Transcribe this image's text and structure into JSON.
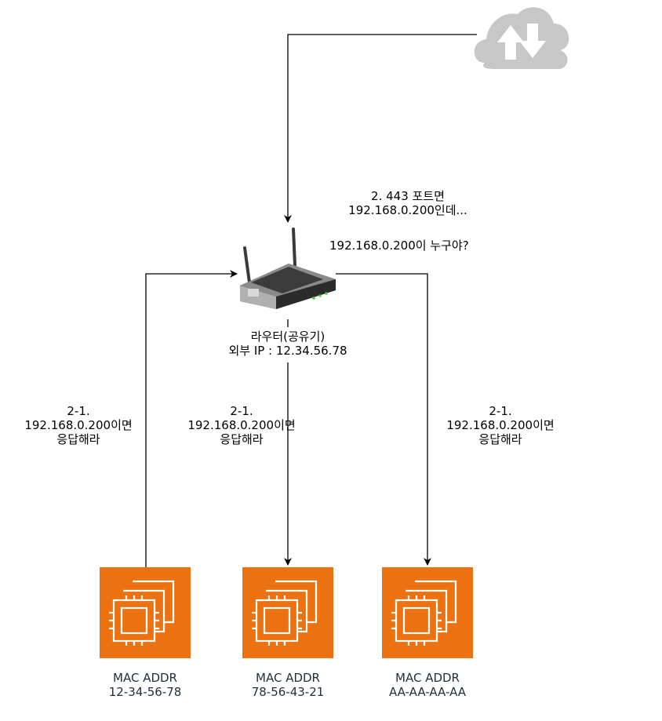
{
  "router": {
    "name": "라우터(공유기)",
    "external_ip": "외부 IP : 12.34.56.78"
  },
  "question": {
    "line1": "2. 443 포트면",
    "line2": "192.168.0.200인데...",
    "line3": "192.168.0.200이 누구야?"
  },
  "broadcasts": [
    {
      "line1": "2-1.",
      "line2": "192.168.0.200이면",
      "line3": "응답해라"
    },
    {
      "line1": "2-1.",
      "line2": "192.168.0.200이면",
      "line3": "응답해라"
    },
    {
      "line1": "2-1.",
      "line2": "192.168.0.200이면",
      "line3": "응답해라"
    }
  ],
  "instances": [
    {
      "title": "MAC ADDR",
      "mac": "12-34-56-78"
    },
    {
      "title": "MAC ADDR",
      "mac": "78-56-43-21"
    },
    {
      "title": "MAC ADDR",
      "mac": "AA-AA-AA-AA"
    }
  ],
  "colors": {
    "instance_orange": "#ec7211",
    "cloud_gray": "#c7c7c7",
    "line": "#000000"
  },
  "icons": {
    "internet": "cloud-upload-download-icon",
    "router": "wireless-router-icon",
    "instance": "ec2-instance-icon"
  }
}
